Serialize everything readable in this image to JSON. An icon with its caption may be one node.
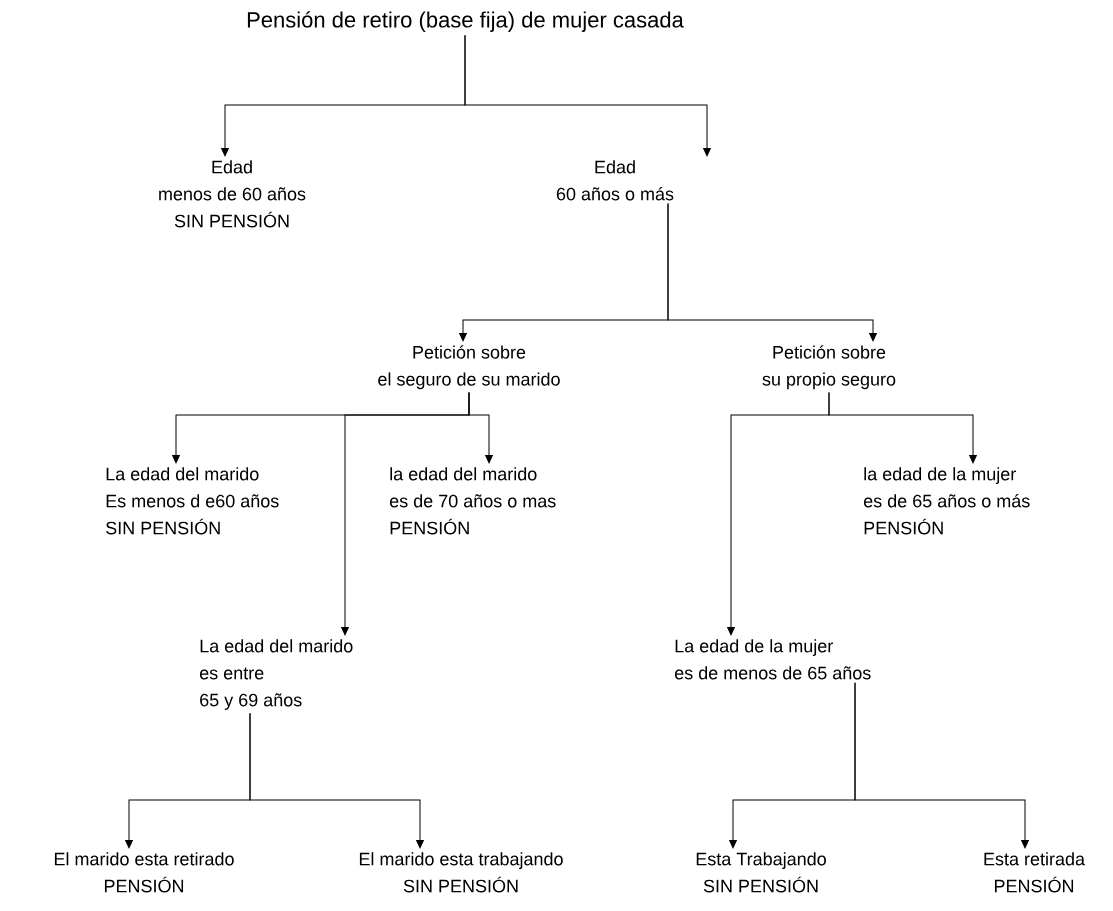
{
  "diagram": {
    "nodes": [
      {
        "text": [
          "Pensión de retiro (base fija) de mujer casada"
        ]
      },
      {
        "text": [
          "Edad",
          "menos de 60 años",
          "SIN PENSIÓN"
        ]
      },
      {
        "text": [
          "Edad",
          "60 años o más"
        ]
      },
      {
        "text": [
          "Petición sobre",
          "el seguro de su marido"
        ]
      },
      {
        "text": [
          "Petición sobre",
          "su propio seguro"
        ]
      },
      {
        "text": [
          "La edad del marido",
          "Es menos d e60 años",
          "SIN PENSIÓN"
        ]
      },
      {
        "text": [
          "la edad del marido",
          "es de 70 años o mas",
          "PENSIÓN"
        ]
      },
      {
        "text": [
          "la edad de la mujer",
          "es de 65 años o más",
          "PENSIÓN"
        ]
      },
      {
        "text": [
          "La edad del marido",
          "es entre",
          "65 y 69 años"
        ]
      },
      {
        "text": [
          "La edad de la mujer",
          "es de menos de 65 años"
        ]
      },
      {
        "text": [
          "El marido esta retirado",
          "PENSIÓN"
        ]
      },
      {
        "text": [
          "El marido esta trabajando",
          "SIN PENSIÓN"
        ]
      },
      {
        "text": [
          "Esta Trabajando",
          "SIN PENSIÓN"
        ]
      },
      {
        "text": [
          "Esta retirada",
          "PENSIÓN"
        ]
      }
    ],
    "edges": [
      {
        "from": 0,
        "to": 1,
        "arrow": "to"
      },
      {
        "from": 0,
        "to": 2,
        "arrow": "to"
      },
      {
        "from": 2,
        "to": 3,
        "arrow": "to"
      },
      {
        "from": 2,
        "to": 4,
        "arrow": "to"
      },
      {
        "from": 3,
        "to": 5,
        "arrow": "to"
      },
      {
        "from": 3,
        "to": 6,
        "arrow": "to"
      },
      {
        "from": 3,
        "to": 8,
        "arrow": "to"
      },
      {
        "from": 4,
        "to": 7,
        "arrow": "to"
      },
      {
        "from": 4,
        "to": 9,
        "arrow": "to"
      },
      {
        "from": 8,
        "to": 10,
        "arrow": "to"
      },
      {
        "from": 8,
        "to": 11,
        "arrow": "to"
      },
      {
        "from": 9,
        "to": 12,
        "arrow": "to"
      },
      {
        "from": 9,
        "to": 13,
        "arrow": "to"
      }
    ]
  }
}
